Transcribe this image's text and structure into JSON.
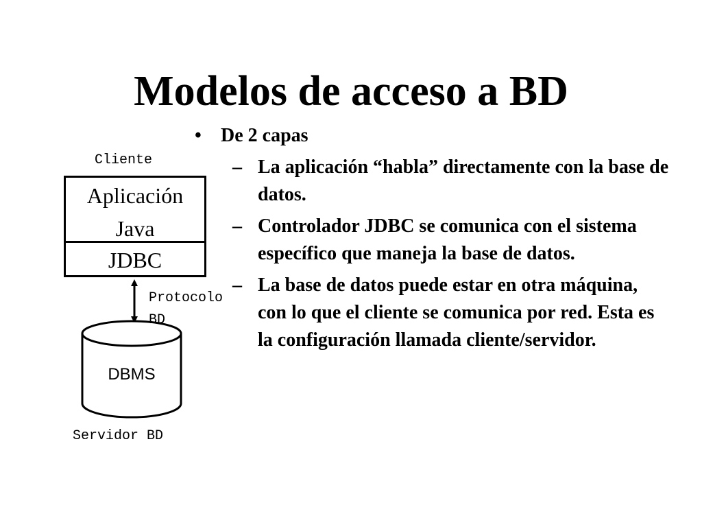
{
  "slide": {
    "title": "Modelos de acceso a BD"
  },
  "diagram": {
    "client_label": "Cliente",
    "app_line1": "Aplicación",
    "app_line2": "Java",
    "jdbc": "JDBC",
    "protocol_line1": "Protocolo",
    "protocol_line2": "BD",
    "dbms": "DBMS",
    "server_label": "Servidor BD"
  },
  "bullets": {
    "main": {
      "marker": "•",
      "text": "De 2 capas"
    },
    "sub_marker": "–",
    "sub": [
      "La aplicación “habla” directamente con la base de datos.",
      "Controlador JDBC se comunica con el sistema específico que maneja la base de datos.",
      "La base de datos puede estar en otra máquina, con lo que el cliente se comunica por red. Esta es la configuración llamada cliente/servidor."
    ]
  }
}
